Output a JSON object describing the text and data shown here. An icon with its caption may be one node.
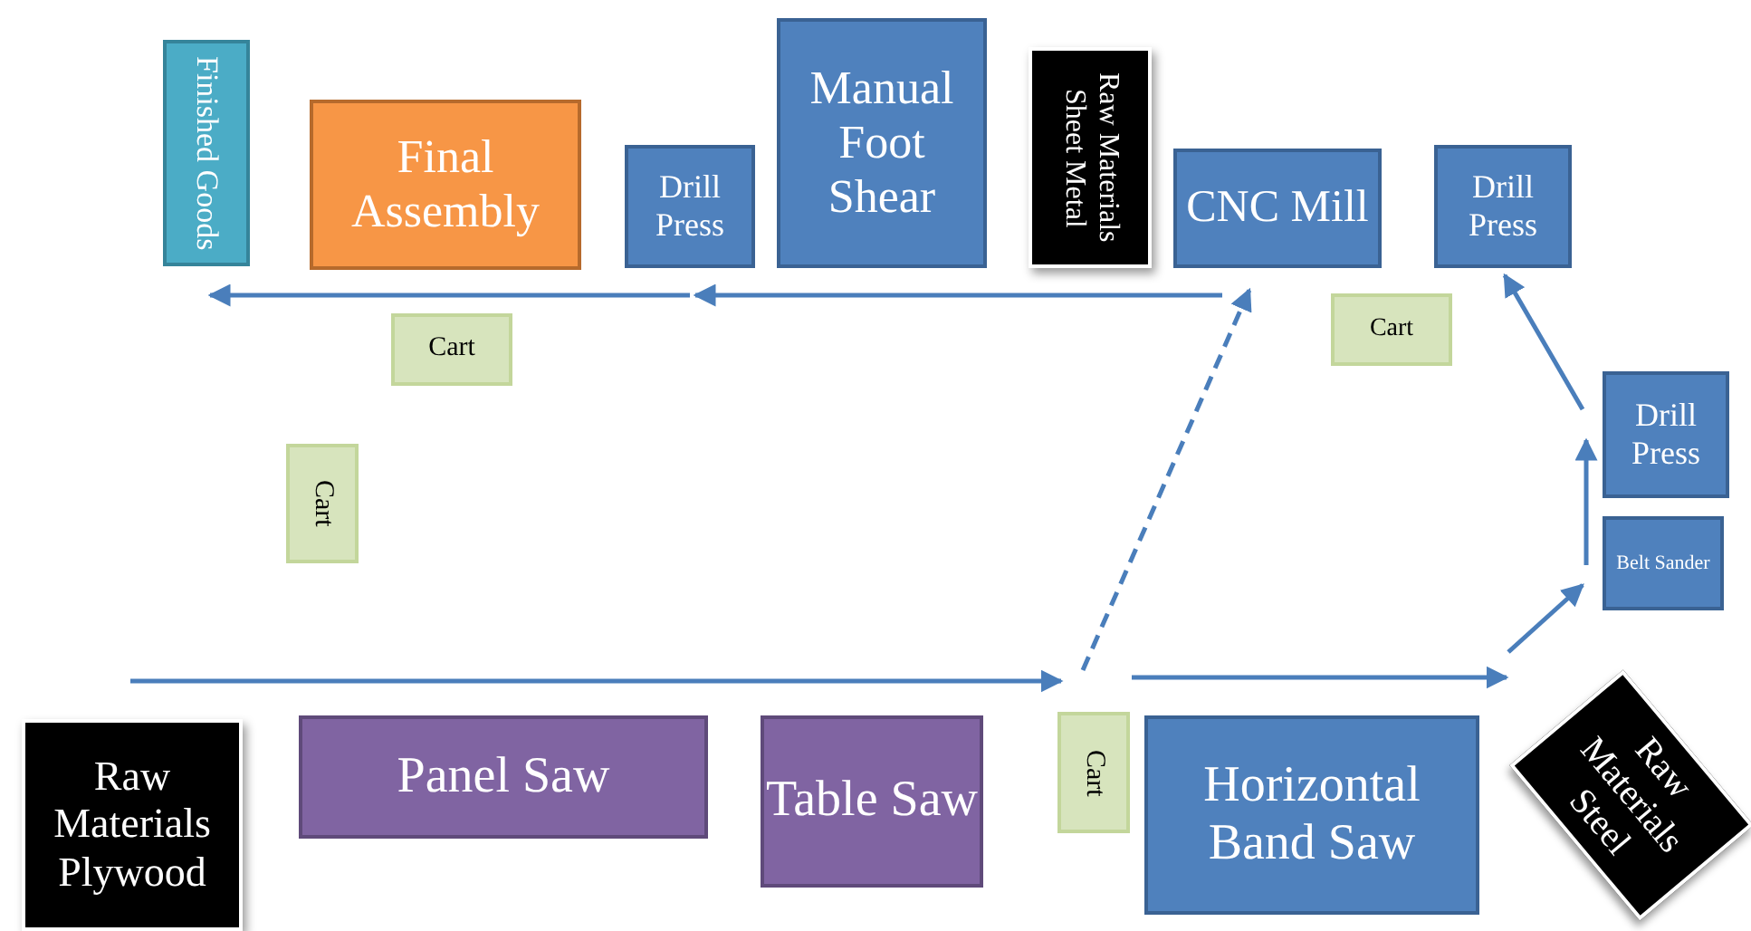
{
  "diagram": {
    "nodes": [
      {
        "text": [
          "Finished Goods"
        ]
      },
      {
        "text": [
          "Final Assembly"
        ]
      },
      {
        "text": [
          "Drill Press"
        ]
      },
      {
        "text": [
          "Manual Foot Shear"
        ]
      },
      {
        "text": [
          "Raw Materials Sheet Metal"
        ]
      },
      {
        "text": [
          "CNC Mill"
        ]
      },
      {
        "text": [
          "Drill Press"
        ]
      },
      {
        "text": [
          "Cart"
        ]
      },
      {
        "text": [
          "Cart"
        ]
      },
      {
        "text": [
          "Drill Press"
        ]
      },
      {
        "text": [
          "Cart"
        ]
      },
      {
        "text": [
          "Belt Sander"
        ]
      },
      {
        "text": [
          "Raw Materials Plywood"
        ]
      },
      {
        "text": [
          "Panel Saw"
        ]
      },
      {
        "text": [
          "Table Saw"
        ]
      },
      {
        "text": [
          "Cart"
        ]
      },
      {
        "text": [
          "Horizontal Band Saw"
        ]
      },
      {
        "text": [
          "Raw Materials Steel"
        ]
      }
    ],
    "edges": [
      {
        "from": null,
        "to": 15,
        "arrow": "to"
      },
      {
        "from": 15,
        "to": 5,
        "arrow": "to",
        "style": "dashed"
      },
      {
        "from": 15,
        "to": 17,
        "arrow": "to"
      },
      {
        "from": 17,
        "to": 11,
        "arrow": "to"
      },
      {
        "from": 11,
        "to": 9,
        "arrow": "to"
      },
      {
        "from": 9,
        "to": 6,
        "arrow": "to"
      },
      {
        "from": 5,
        "to": 2,
        "arrow": "to"
      },
      {
        "from": 2,
        "to": 0,
        "arrow": "to"
      }
    ]
  }
}
